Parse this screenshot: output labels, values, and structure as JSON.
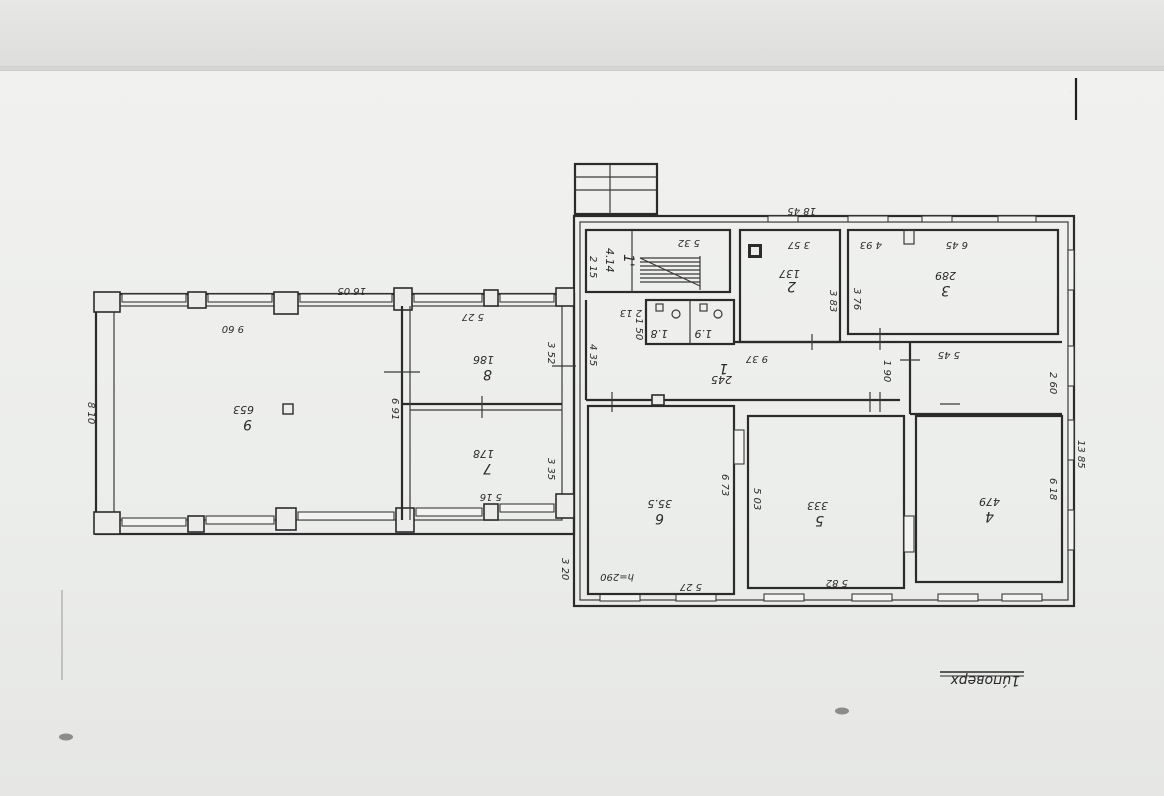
{
  "plan": {
    "sheet_number": "1",
    "floor_label": "1úповерх",
    "ceiling_height": "h=290",
    "rooms": [
      {
        "number": "1",
        "area": "245"
      },
      {
        "number": "1'",
        "area": "4.14"
      },
      {
        "number": "2",
        "area": "137"
      },
      {
        "number": "3",
        "area": "289"
      },
      {
        "number": "4",
        "area": "479"
      },
      {
        "number": "5",
        "area": "333"
      },
      {
        "number": "6",
        "area": "35.5"
      },
      {
        "number": "7",
        "area": "178"
      },
      {
        "number": "8",
        "area": "186"
      },
      {
        "number": "9",
        "area": "653"
      },
      {
        "number": "1'",
        "area": "1.8"
      },
      {
        "number": "1'",
        "area": "1.9"
      }
    ],
    "dimensions": {
      "overall_right": "18 45",
      "overall_left": "16 05",
      "left_height": "8 10",
      "room9_width": "9 60",
      "room8_width": "5 27",
      "room7_width": "5 16",
      "col_height": "6 91",
      "room8_depth": "3 52",
      "room7_depth": "3 35",
      "corridor_435": "4 35",
      "stair_532": "5 32",
      "stair_215": "2 15",
      "r2_357": "3 57",
      "r2_383": "3 83",
      "r3_493": "4 93",
      "r3_645": "6 45",
      "r3_376": "3 76",
      "corr_937": "9 37",
      "hall_545": "5 45",
      "hall_260": "2 60",
      "right_1385": "13 85",
      "r4_618": "6 18",
      "r5_503": "5 03",
      "r6_673": "6 73",
      "r6_527": "5 27",
      "r5_582": "5 82",
      "stair_320": "3 20",
      "corr_213": "2 13",
      "corr_150": "1 50",
      "corr_190": "1 90"
    }
  }
}
